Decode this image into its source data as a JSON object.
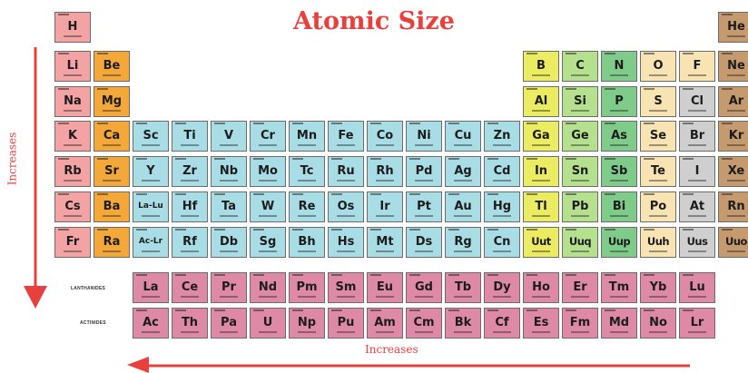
{
  "title": "Atomic Size",
  "vertical_arrow_label": "Increases",
  "horizontal_arrow_label": "Increases",
  "series_labels": {
    "lanthanides": "LANTHANIDES",
    "actinides": "ACTINIDES"
  },
  "main_rows": [
    [
      "H",
      "",
      "",
      "",
      "",
      "",
      "",
      "",
      "",
      "",
      "",
      "",
      "",
      "",
      "",
      "",
      "",
      "He"
    ],
    [
      "Li",
      "Be",
      "",
      "",
      "",
      "",
      "",
      "",
      "",
      "",
      "",
      "",
      "B",
      "C",
      "N",
      "O",
      "F",
      "Ne"
    ],
    [
      "Na",
      "Mg",
      "",
      "",
      "",
      "",
      "",
      "",
      "",
      "",
      "",
      "",
      "Al",
      "Si",
      "P",
      "S",
      "Cl",
      "Ar"
    ],
    [
      "K",
      "Ca",
      "Sc",
      "Ti",
      "V",
      "Cr",
      "Mn",
      "Fe",
      "Co",
      "Ni",
      "Cu",
      "Zn",
      "Ga",
      "Ge",
      "As",
      "Se",
      "Br",
      "Kr"
    ],
    [
      "Rb",
      "Sr",
      "Y",
      "Zr",
      "Nb",
      "Mo",
      "Tc",
      "Ru",
      "Rh",
      "Pd",
      "Ag",
      "Cd",
      "In",
      "Sn",
      "Sb",
      "Te",
      "I",
      "Xe"
    ],
    [
      "Cs",
      "Ba",
      "La-Lu",
      "Hf",
      "Ta",
      "W",
      "Re",
      "Os",
      "Ir",
      "Pt",
      "Au",
      "Hg",
      "Tl",
      "Pb",
      "Bi",
      "Po",
      "At",
      "Rn"
    ],
    [
      "Fr",
      "Ra",
      "Ac-Lr",
      "Rf",
      "Db",
      "Sg",
      "Bh",
      "Hs",
      "Mt",
      "Ds",
      "Rg",
      "Cn",
      "Uut",
      "Uuq",
      "Uup",
      "Uuh",
      "Uus",
      "Uuo"
    ]
  ],
  "lanthanides": [
    "La",
    "Ce",
    "Pr",
    "Nd",
    "Pm",
    "Sm",
    "Eu",
    "Gd",
    "Tb",
    "Dy",
    "Ho",
    "Er",
    "Tm",
    "Yb",
    "Lu"
  ],
  "actinides": [
    "Ac",
    "Th",
    "Pa",
    "U",
    "Np",
    "Pu",
    "Am",
    "Cm",
    "Bk",
    "Cf",
    "Es",
    "Fm",
    "Md",
    "No",
    "Lr"
  ],
  "colors": {
    "title": "#e8403c",
    "arrow": "#e8403c",
    "alkali": "#f3a3a3",
    "alkaline_earth": "#f5a83a",
    "transition": "#a8dde6",
    "post_transition": "#ecec63",
    "metalloid": "#b5e08e",
    "nonmetal": "#7ecb8a",
    "reactive_nonmetal": "#f8e3b3",
    "halogen_gray": "#cfcfcf",
    "noble_gas": "#c59a6e",
    "hydrogen": "#f3a3a3",
    "f_block": "#de8aa6"
  }
}
